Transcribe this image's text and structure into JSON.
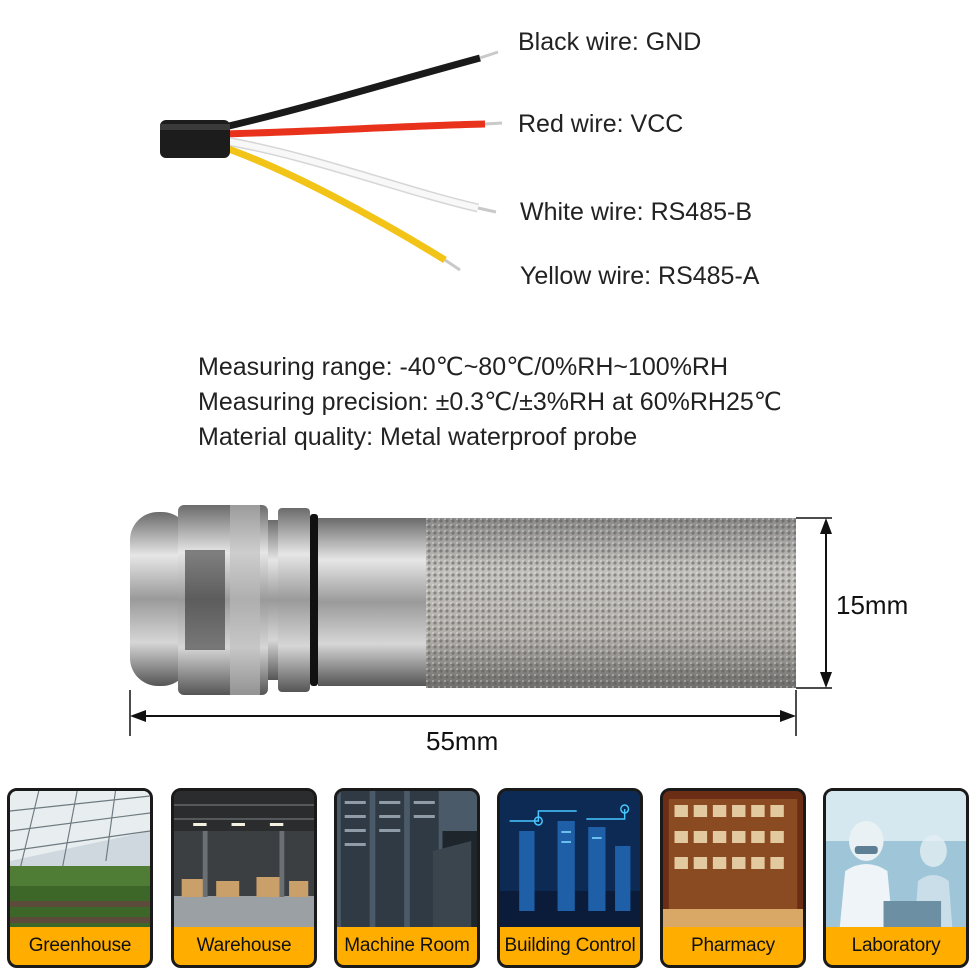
{
  "wires": {
    "black": "Black wire: GND",
    "red": "Red wire: VCC",
    "white": "White wire: RS485-B",
    "yellow": "Yellow wire: RS485-A"
  },
  "specs": {
    "range": "Measuring range: -40℃~80℃/0%RH~100%RH",
    "precision": "Measuring precision: ±0.3℃/±3%RH at 60%RH25℃",
    "material": "Material quality: Metal waterproof probe"
  },
  "dimensions": {
    "diameter": "15mm",
    "length": "55mm"
  },
  "applications": [
    {
      "label": "Greenhouse"
    },
    {
      "label": "Warehouse"
    },
    {
      "label": "Machine Room"
    },
    {
      "label": "Building Control"
    },
    {
      "label": "Pharmacy"
    },
    {
      "label": "Laboratory"
    }
  ],
  "colors": {
    "caption_bg": "#ffae00",
    "wire_black": "#1a1a1a",
    "wire_red": "#e8321c",
    "wire_white": "#f4f4f4",
    "wire_yellow": "#f2c417"
  }
}
